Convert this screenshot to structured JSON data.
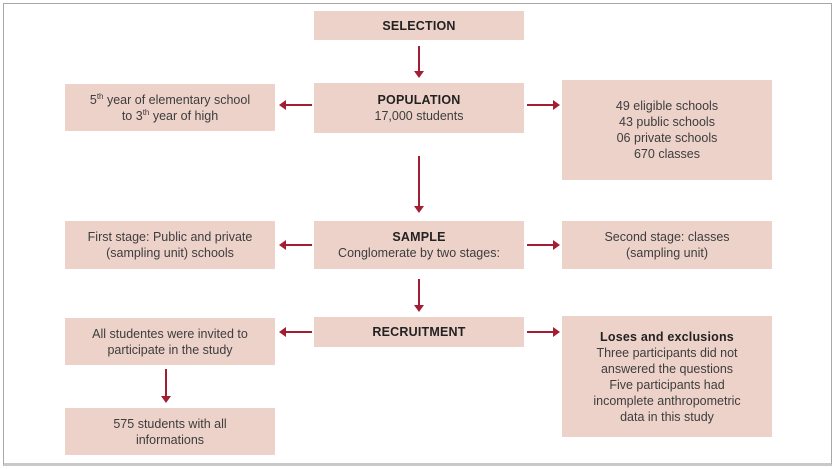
{
  "colors": {
    "box_fill": "#edd2ca",
    "arrow": "#a31e33",
    "header_text": "#222222",
    "body_text": "#3d3d3d",
    "frame_border": "#a8a8a8"
  },
  "flow": {
    "selection": {
      "title": "SELECTION"
    },
    "population": {
      "title": "POPULATION",
      "subtitle": "17,000 students"
    },
    "grade_range": {
      "line1_base": "5",
      "line1_sup": "th",
      "line1_rest": " year of elementary school",
      "line2_base": "to 3",
      "line2_sup": "th",
      "line2_rest": " year of high"
    },
    "schools": {
      "lines": [
        "49 eligible schools",
        "43 public schools",
        "06 private schools",
        "670 classes"
      ]
    },
    "sample": {
      "title": "SAMPLE",
      "subtitle": "Conglomerate by two stages:"
    },
    "first_stage": {
      "lines": [
        "First stage: Public and private",
        "(sampling unit) schools"
      ]
    },
    "second_stage": {
      "lines": [
        "Second stage: classes",
        "(sampling unit)"
      ]
    },
    "recruitment": {
      "title": "RECRUITMENT"
    },
    "invited": {
      "lines": [
        "All studentes were invited to",
        "participate in the study"
      ]
    },
    "loses": {
      "title": "Loses and exclusions",
      "lines": [
        "Three participants did not",
        "answered the questions",
        "Five participants had",
        "incomplete anthropometric",
        "data in this study"
      ]
    },
    "final": {
      "lines": [
        "575 students with all",
        "informations"
      ]
    }
  }
}
